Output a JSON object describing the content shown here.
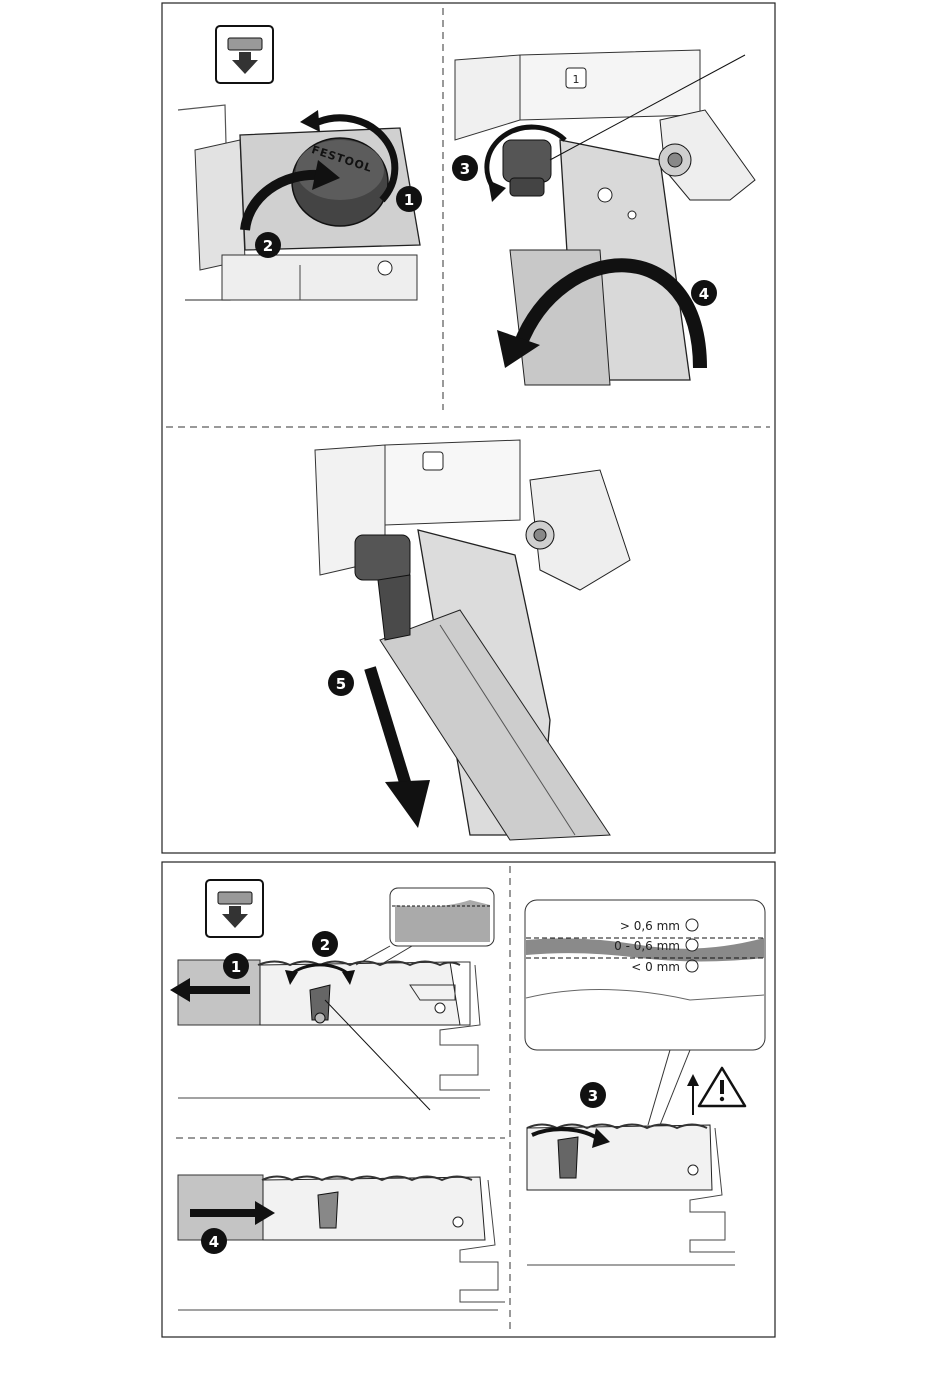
{
  "figure1": {
    "brand": "FESTOOL",
    "steps": [
      "1",
      "2",
      "3",
      "4",
      "5"
    ],
    "switch_label": "1"
  },
  "figure2": {
    "steps": [
      "1",
      "2",
      "4",
      "3"
    ],
    "gap_labels": [
      "> 0,6 mm",
      "0 - 0,6 mm",
      "< 0 mm"
    ],
    "colors": {
      "ok_band": "#8a8a8a",
      "rail": "#c4c4c4",
      "accent": "#1a1a1a"
    }
  }
}
